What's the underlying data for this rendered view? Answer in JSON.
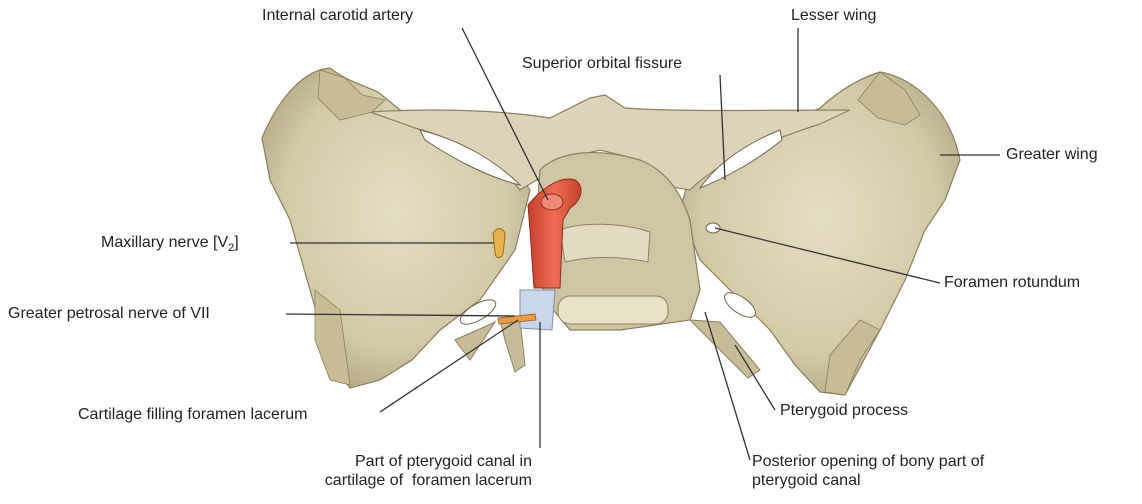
{
  "labels": {
    "internal_carotid_artery": "Internal carotid artery",
    "lesser_wing": "Lesser wing",
    "superior_orbital_fissure": "Superior orbital fissure",
    "greater_wing": "Greater wing",
    "maxillary_nerve": "Maxillary nerve [V",
    "maxillary_nerve_sub": "2",
    "maxillary_nerve_end": "]",
    "foramen_rotundum": "Foramen rotundum",
    "greater_petrosal_nerve": "Greater petrosal nerve of VII",
    "cartilage_filling": "Cartilage filling foramen lacerum",
    "pterygoid_process": "Pterygoid process",
    "pterygoid_canal_cartilage_line1": "Part of pterygoid canal in",
    "pterygoid_canal_cartilage_line2": "cartilage of  foramen lacerum",
    "posterior_opening_line1": "Posterior opening of bony part of",
    "posterior_opening_line2": "pterygoid canal"
  },
  "colors": {
    "bone": "#d8cfb0",
    "bone_shadow": "#a89c78",
    "bone_dark": "#6f6448",
    "artery": "#e0553f",
    "nerve_yellow": "#e8b34a",
    "cartilage": "#c9d7ea",
    "leader": "#333333"
  }
}
